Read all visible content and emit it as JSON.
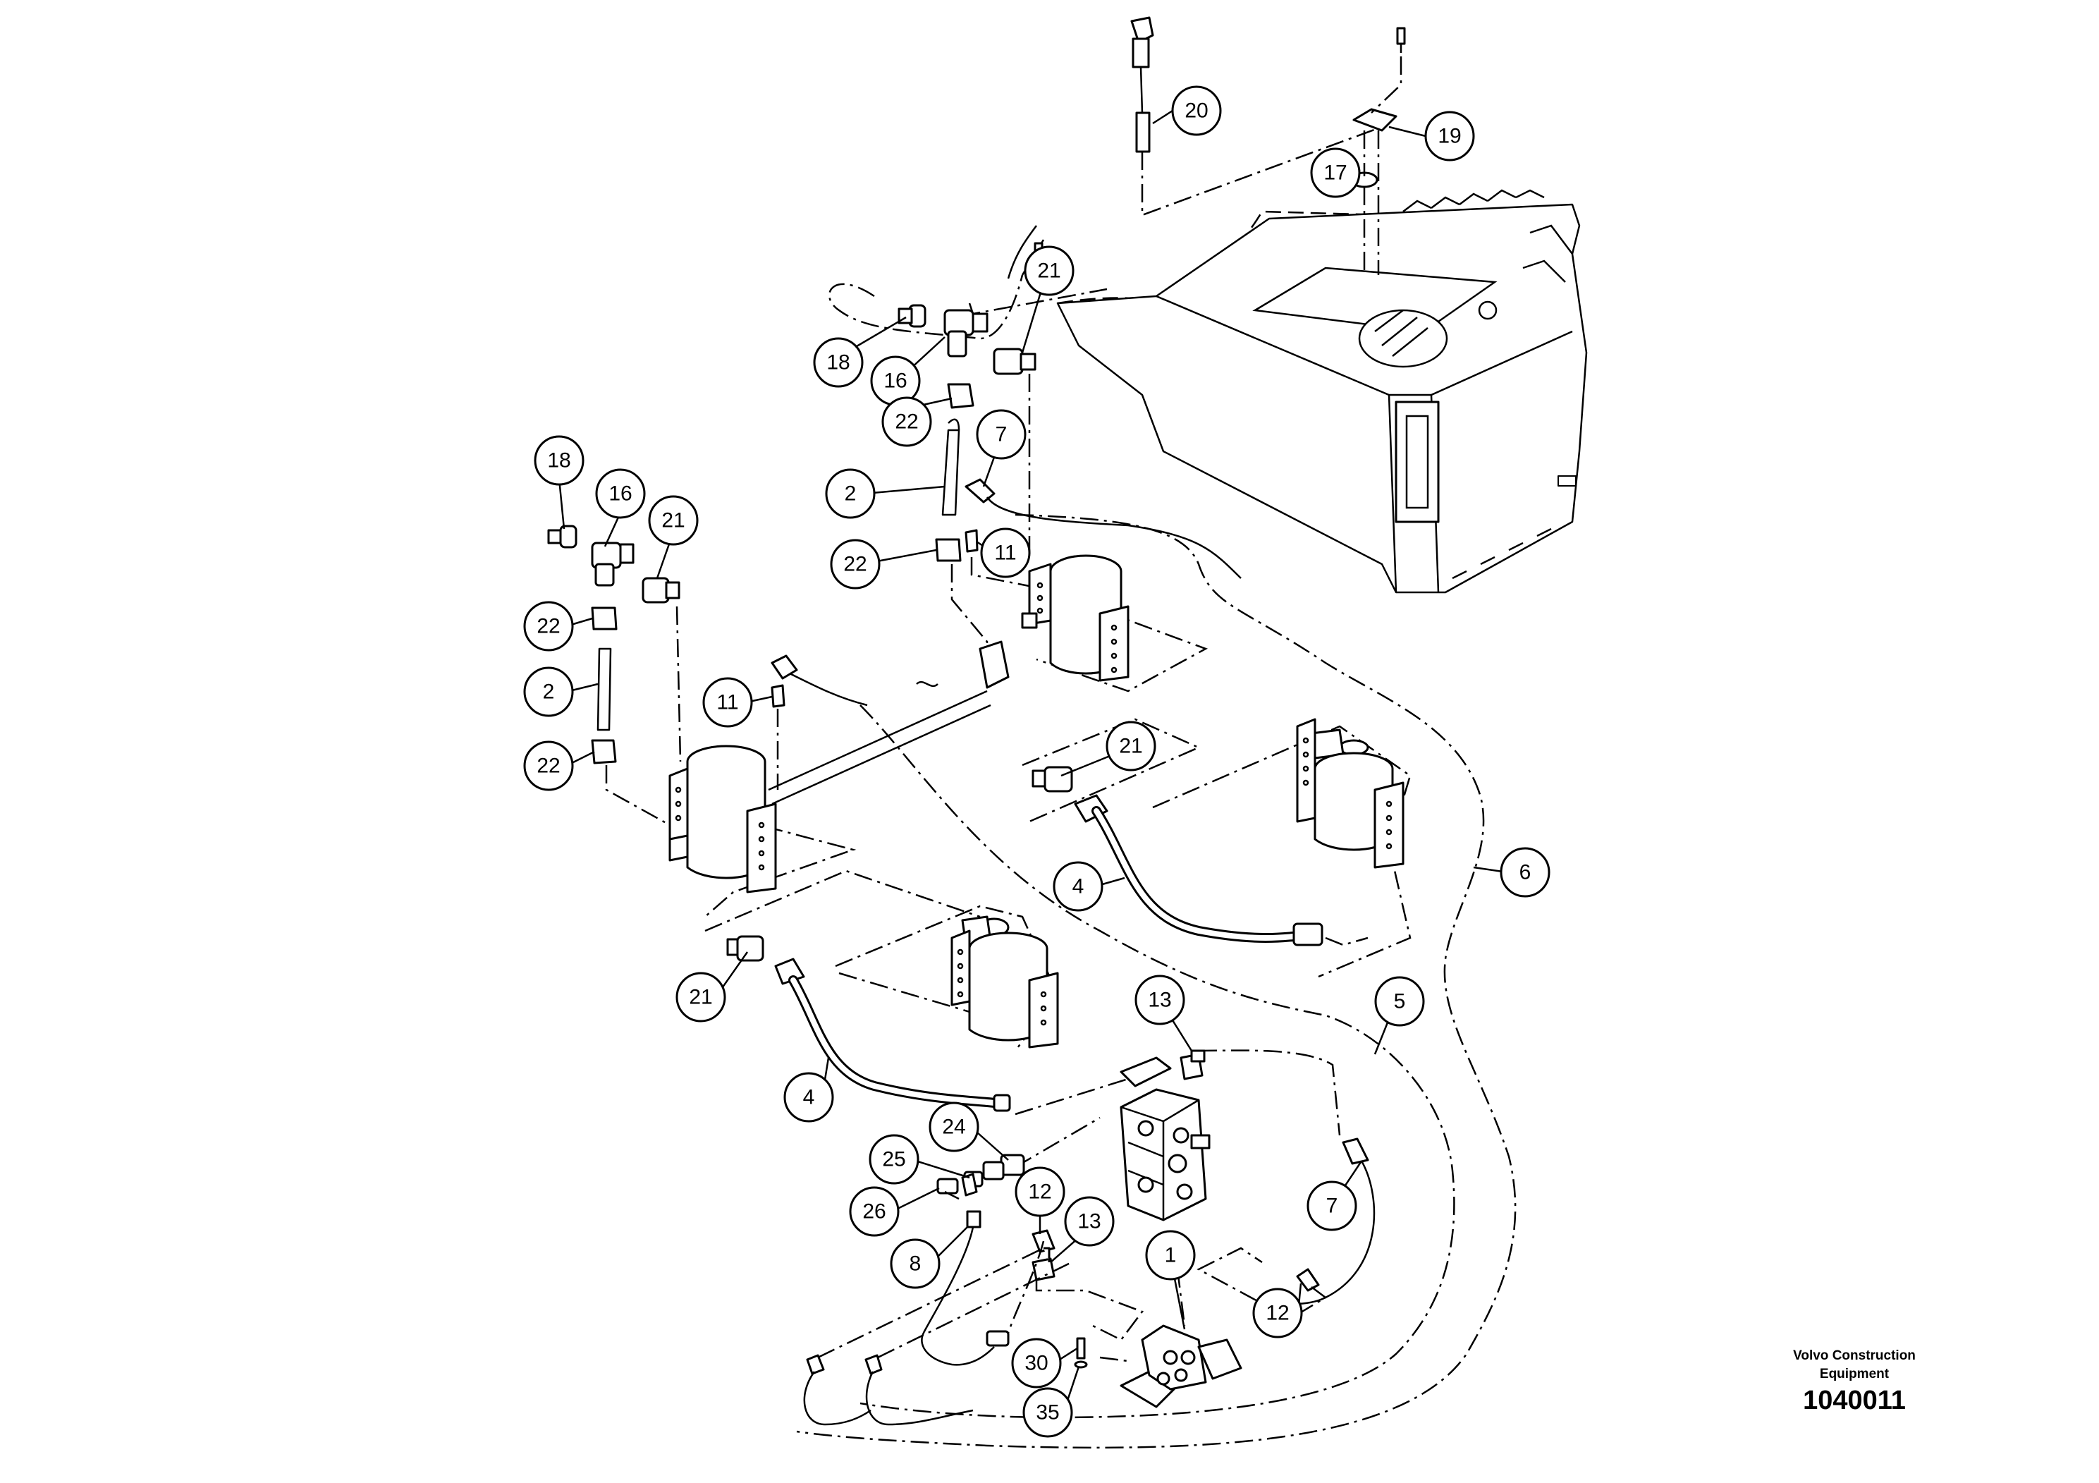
{
  "brand": {
    "name_line1": "Volvo Construction",
    "name_line2": "Equipment",
    "doc_number": "1040011"
  },
  "callouts": [
    {
      "id": "c20",
      "label": "20"
    },
    {
      "id": "c19",
      "label": "19"
    },
    {
      "id": "c17",
      "label": "17"
    },
    {
      "id": "c21a",
      "label": "21"
    },
    {
      "id": "c18a",
      "label": "18"
    },
    {
      "id": "c16a",
      "label": "16"
    },
    {
      "id": "c22a",
      "label": "22"
    },
    {
      "id": "c7a",
      "label": "7"
    },
    {
      "id": "c2a",
      "label": "2"
    },
    {
      "id": "c22b",
      "label": "22"
    },
    {
      "id": "c11a",
      "label": "11"
    },
    {
      "id": "c18b",
      "label": "18"
    },
    {
      "id": "c16b",
      "label": "16"
    },
    {
      "id": "c21b",
      "label": "21"
    },
    {
      "id": "c22c",
      "label": "22"
    },
    {
      "id": "c2b",
      "label": "2"
    },
    {
      "id": "c11b",
      "label": "11"
    },
    {
      "id": "c22d",
      "label": "22"
    },
    {
      "id": "c21c",
      "label": "21"
    },
    {
      "id": "c6",
      "label": "6"
    },
    {
      "id": "c4a",
      "label": "4"
    },
    {
      "id": "c21d",
      "label": "21"
    },
    {
      "id": "c13a",
      "label": "13"
    },
    {
      "id": "c5",
      "label": "5"
    },
    {
      "id": "c4b",
      "label": "4"
    },
    {
      "id": "c24",
      "label": "24"
    },
    {
      "id": "c25",
      "label": "25"
    },
    {
      "id": "c26",
      "label": "26"
    },
    {
      "id": "c12a",
      "label": "12"
    },
    {
      "id": "c13b",
      "label": "13"
    },
    {
      "id": "c7b",
      "label": "7"
    },
    {
      "id": "c8",
      "label": "8"
    },
    {
      "id": "c1",
      "label": "1"
    },
    {
      "id": "c12b",
      "label": "12"
    },
    {
      "id": "c30",
      "label": "30"
    },
    {
      "id": "c35",
      "label": "35"
    }
  ]
}
